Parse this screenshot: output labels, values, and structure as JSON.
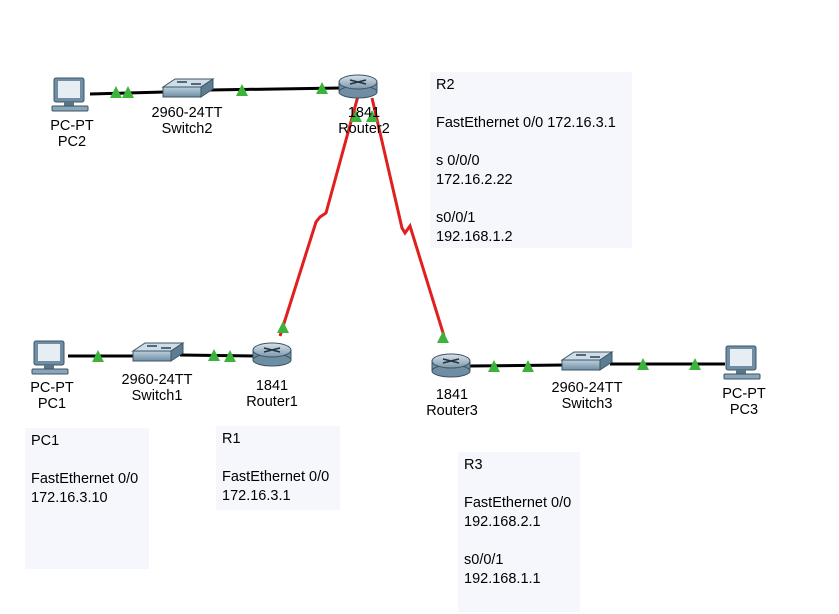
{
  "devices": {
    "pc2": {
      "type": "PC-PT",
      "name": "PC2"
    },
    "switch2": {
      "type": "2960-24TT",
      "name": "Switch2"
    },
    "router2": {
      "type": "1841",
      "name": "Router2"
    },
    "pc1": {
      "type": "PC-PT",
      "name": "PC1"
    },
    "switch1": {
      "type": "2960-24TT",
      "name": "Switch1"
    },
    "router1": {
      "type": "1841",
      "name": "Router1"
    },
    "router3": {
      "type": "1841",
      "name": "Router3"
    },
    "switch3": {
      "type": "2960-24TT",
      "name": "Switch3"
    },
    "pc3": {
      "type": "PC-PT",
      "name": "PC3"
    }
  },
  "notes": {
    "r2": [
      "R2",
      "",
      "FastEthernet 0/0 172.16.3.1",
      "",
      "s 0/0/0",
      "172.16.2.22",
      "",
      "s0/0/1",
      "192.168.1.2"
    ],
    "pc1": [
      "PC1",
      "",
      "FastEthernet 0/0",
      "172.16.3.10"
    ],
    "r1": [
      "R1",
      "",
      "FastEthernet 0/0",
      "172.16.3.1"
    ],
    "r3": [
      "R3",
      "",
      "FastEthernet 0/0",
      "192.168.2.1",
      "",
      "s0/0/1",
      "192.168.1.1"
    ]
  },
  "colors": {
    "ethernet_link": "#000000",
    "serial_link": "#e02020",
    "link_up": "#3cb43c",
    "note_bg": "#f6f7fd"
  }
}
